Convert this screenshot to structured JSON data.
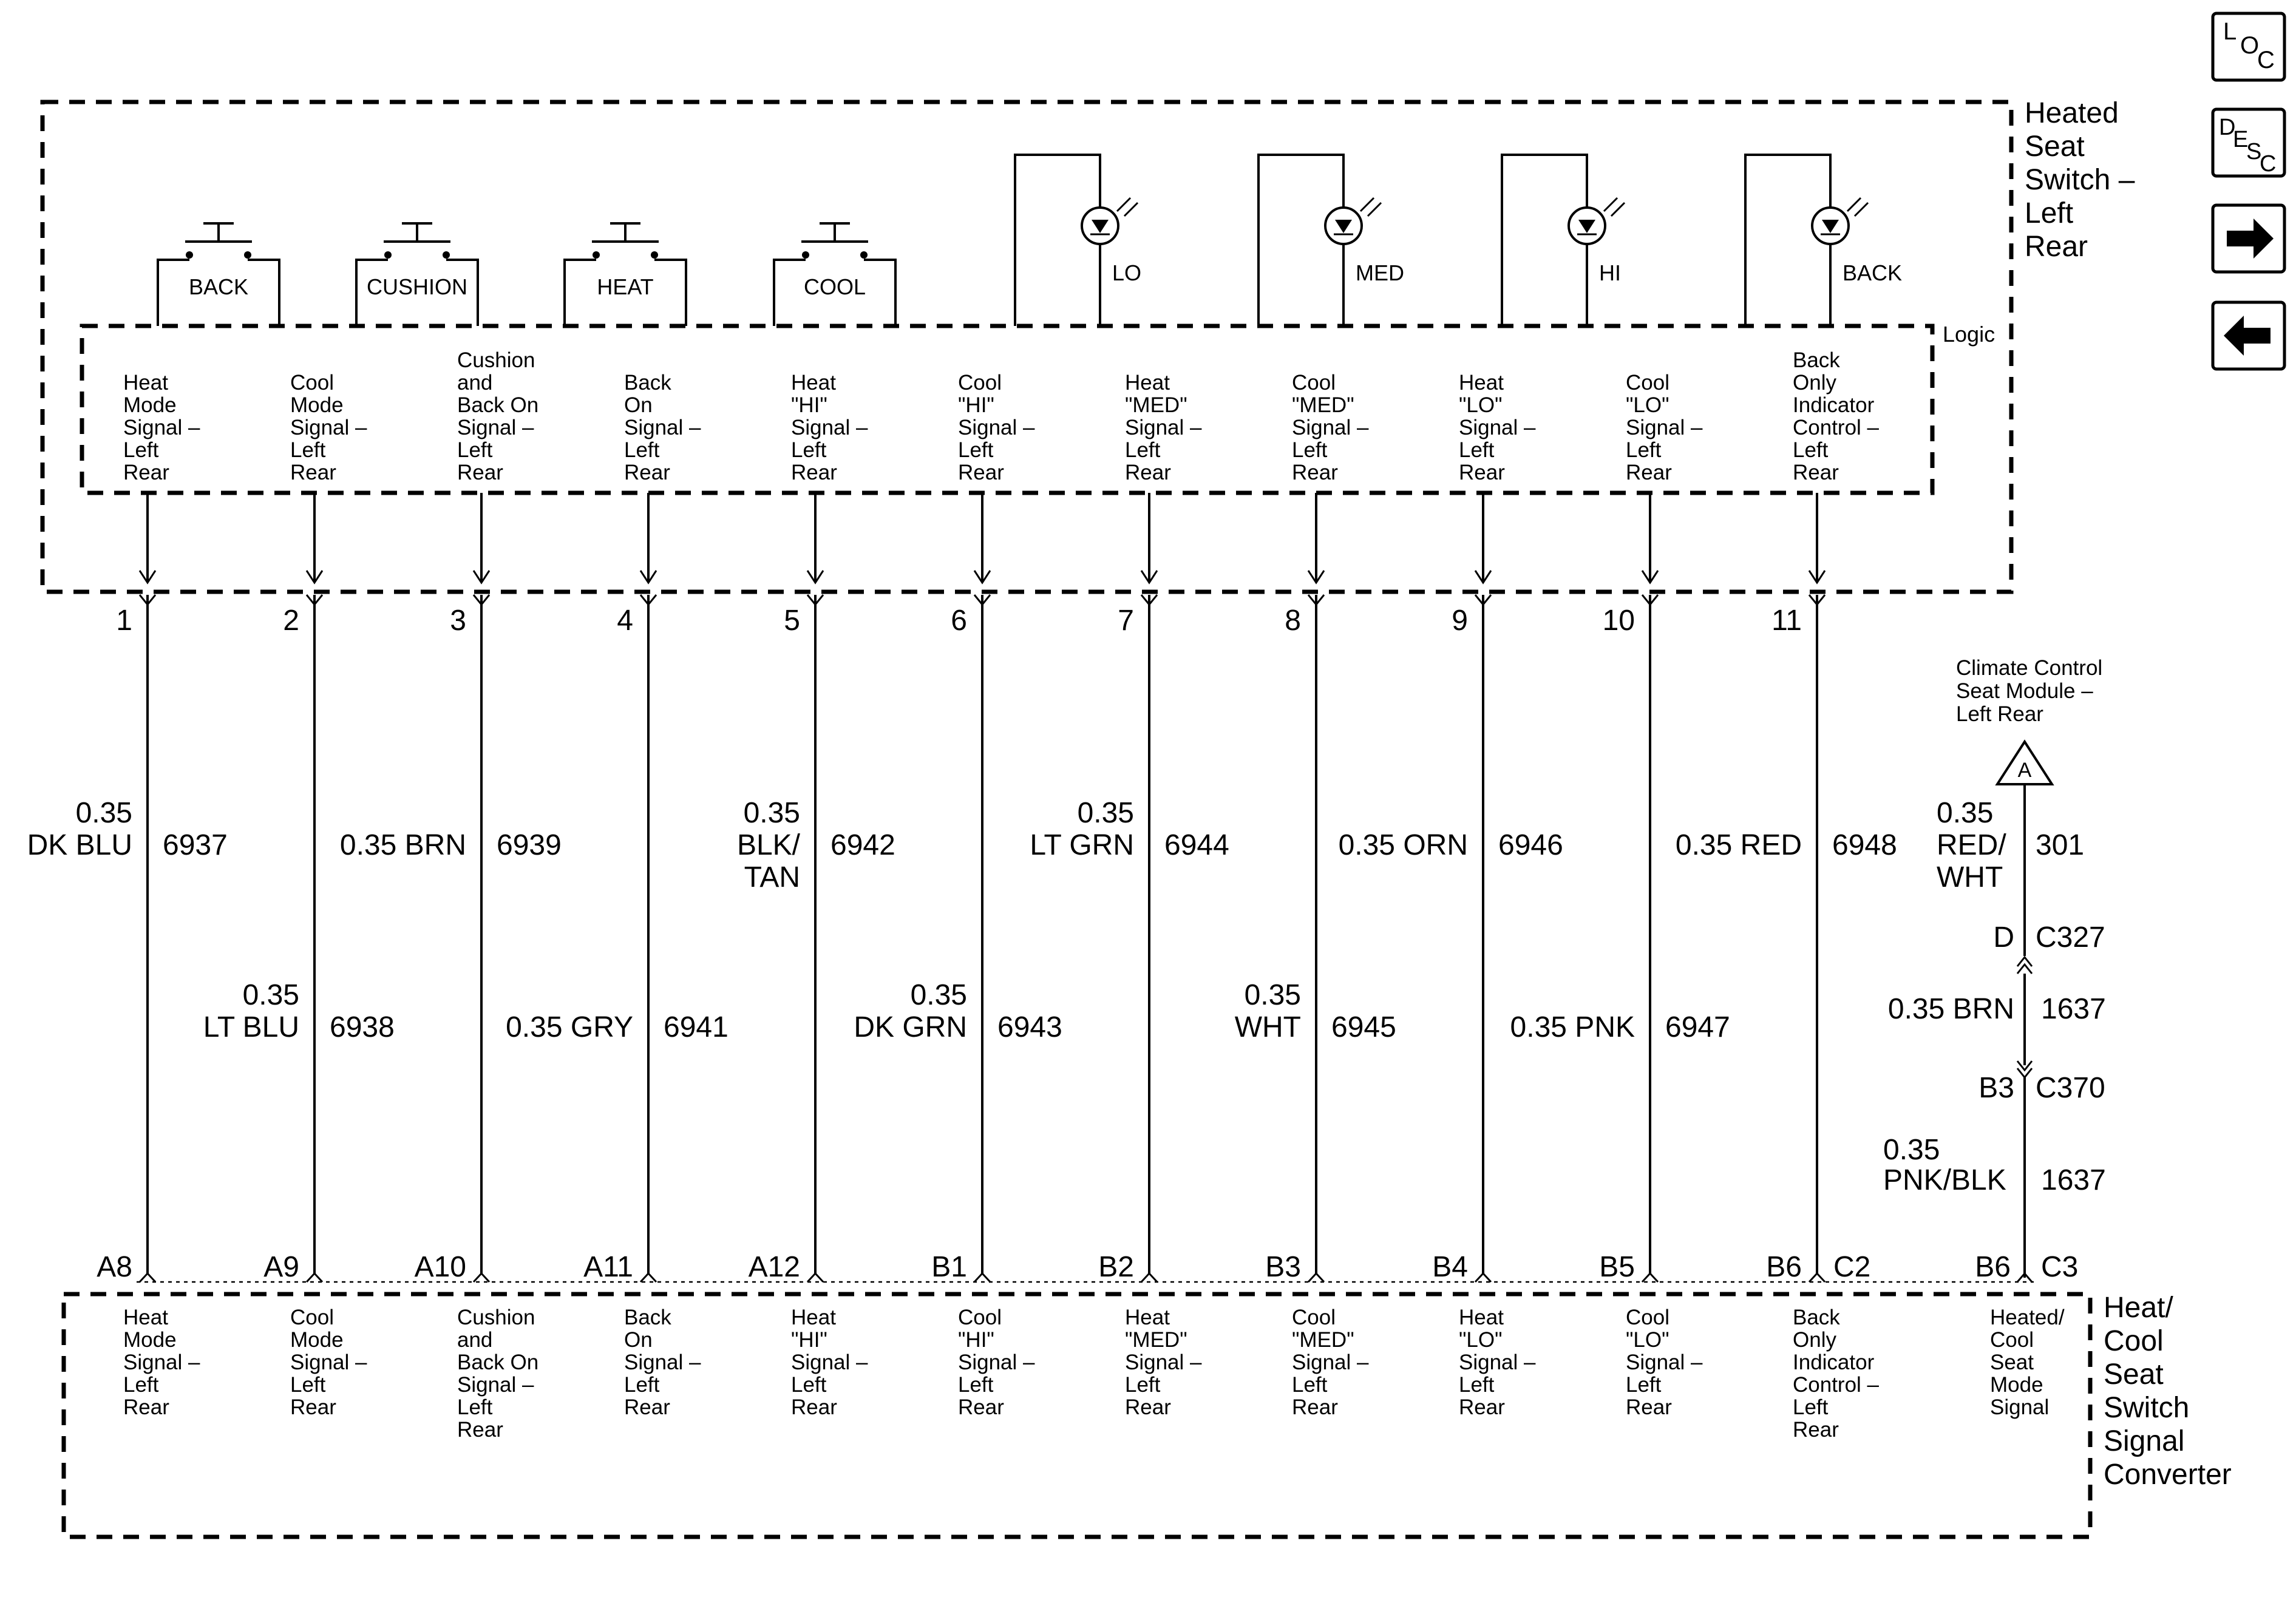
{
  "switch_module": {
    "title_lines": [
      "Heated",
      "Seat",
      "Switch –",
      "Left",
      "Rear"
    ],
    "logic_label": "Logic",
    "switches": [
      "BACK",
      "CUSHION",
      "HEAT",
      "COOL"
    ],
    "indicators": [
      "LO",
      "MED",
      "HI",
      "BACK"
    ],
    "signals": [
      [
        "Heat",
        "Mode",
        "Signal –",
        "Left",
        "Rear"
      ],
      [
        "Cool",
        "Mode",
        "Signal –",
        "Left",
        "Rear"
      ],
      [
        "Cushion",
        "and",
        "Back On",
        "Signal –",
        "Left",
        "Rear"
      ],
      [
        "Back",
        "On",
        "Signal –",
        "Left",
        "Rear"
      ],
      [
        "Heat",
        "\"HI\"",
        "Signal –",
        "Left",
        "Rear"
      ],
      [
        "Cool",
        "\"HI\"",
        "Signal –",
        "Left",
        "Rear"
      ],
      [
        "Heat",
        "\"MED\"",
        "Signal –",
        "Left",
        "Rear"
      ],
      [
        "Cool",
        "\"MED\"",
        "Signal –",
        "Left",
        "Rear"
      ],
      [
        "Heat",
        "\"LO\"",
        "Signal –",
        "Left",
        "Rear"
      ],
      [
        "Cool",
        "\"LO\"",
        "Signal –",
        "Left",
        "Rear"
      ],
      [
        "Back",
        "Only",
        "Indicator",
        "Control –",
        "Left",
        "Rear"
      ]
    ]
  },
  "wires": [
    {
      "pin": "1",
      "gauge": "0.35",
      "color_lines": [
        "DK BLU"
      ],
      "circuit": "6937",
      "dest_pin": "A8"
    },
    {
      "pin": "2",
      "gauge": "0.35",
      "color_lines": [
        "LT BLU"
      ],
      "circuit": "6938",
      "dest_pin": "A9"
    },
    {
      "pin": "3",
      "gauge": "0.35",
      "color_lines": [
        "BRN"
      ],
      "circuit": "6939",
      "dest_pin": "A10"
    },
    {
      "pin": "4",
      "gauge": "0.35",
      "color_lines": [
        "GRY"
      ],
      "circuit": "6941",
      "dest_pin": "A11"
    },
    {
      "pin": "5",
      "gauge": "0.35",
      "color_lines": [
        "BLK/",
        "TAN"
      ],
      "circuit": "6942",
      "dest_pin": "A12"
    },
    {
      "pin": "6",
      "gauge": "0.35",
      "color_lines": [
        "DK GRN"
      ],
      "circuit": "6943",
      "dest_pin": "B1"
    },
    {
      "pin": "7",
      "gauge": "0.35",
      "color_lines": [
        "LT GRN"
      ],
      "circuit": "6944",
      "dest_pin": "B2"
    },
    {
      "pin": "8",
      "gauge": "0.35",
      "color_lines": [
        "WHT"
      ],
      "circuit": "6945",
      "dest_pin": "B3"
    },
    {
      "pin": "9",
      "gauge": "0.35",
      "color_lines": [
        "ORN"
      ],
      "circuit": "6946",
      "dest_pin": "B4"
    },
    {
      "pin": "10",
      "gauge": "0.35",
      "color_lines": [
        "PNK"
      ],
      "circuit": "6947",
      "dest_pin": "B5"
    },
    {
      "pin": "11",
      "gauge": "0.35",
      "color_lines": [
        "RED"
      ],
      "circuit": "6948",
      "dest_pin": "B6"
    }
  ],
  "dest_connector": "C2",
  "climate": {
    "module_lines": [
      "Climate Control",
      "Seat Module –",
      "Left Rear"
    ],
    "ref": "A",
    "wire1": {
      "gauge": "0.35",
      "color_lines": [
        "RED/",
        "WHT"
      ],
      "circuit": "301"
    },
    "conn1": {
      "pin": "D",
      "name": "C327"
    },
    "wire2": {
      "gauge": "0.35",
      "color": "BRN",
      "circuit": "1637"
    },
    "conn2": {
      "pin": "B3",
      "name": "C370"
    },
    "wire3": {
      "gauge": "0.35",
      "color": "PNK/BLK",
      "circuit": "1637"
    },
    "conn3": {
      "pin": "B6",
      "name": "C3"
    }
  },
  "converter": {
    "title_lines": [
      "Heat/",
      "Cool",
      "Seat",
      "Switch",
      "Signal",
      "Converter"
    ],
    "extra_signal": [
      "Heated/",
      "Cool",
      "Seat",
      "Mode",
      "Signal"
    ]
  },
  "nav": {
    "loc": {
      "letters": [
        "L",
        "O",
        "C"
      ]
    },
    "desc": {
      "letters": [
        "D",
        "E",
        "S",
        "C"
      ]
    },
    "next_icon": "arrow-right-icon",
    "prev_icon": "arrow-left-icon"
  }
}
